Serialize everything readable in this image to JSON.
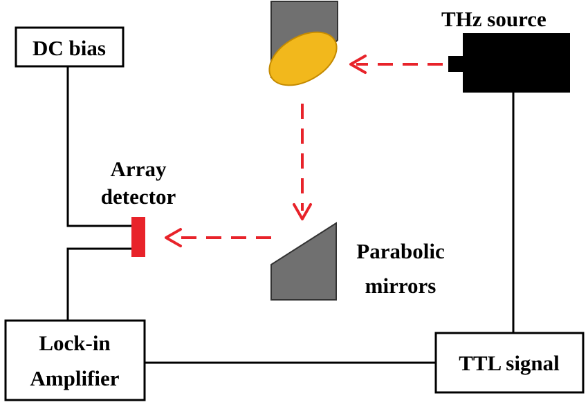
{
  "labels": {
    "dc_bias": "DC bias",
    "thz_source": "THz source",
    "array_detector_line1": "Array",
    "array_detector_line2": "detector",
    "parabolic_mirrors_line1": "Parabolic",
    "parabolic_mirrors_line2": "mirrors",
    "lockin_line1": "Lock-in",
    "lockin_line2": "Amplifier",
    "ttl_signal": "TTL signal"
  },
  "colors": {
    "beam": "#e8232a",
    "detector": "#e8232a",
    "mirror_body": "#707070",
    "mirror_surface": "#f2b81c",
    "source": "#000000"
  }
}
